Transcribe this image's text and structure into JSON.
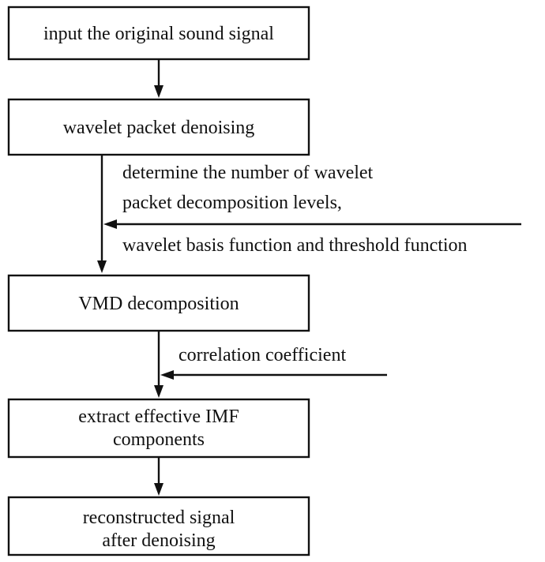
{
  "diagram": {
    "steps": [
      {
        "line1": "input the original sound signal",
        "line2": ""
      },
      {
        "line1": "wavelet packet denoising",
        "line2": ""
      },
      {
        "line1": "VMD decomposition",
        "line2": ""
      },
      {
        "line1": "extract effective IMF",
        "line2": "components"
      },
      {
        "line1": "reconstructed signal",
        "line2": "after denoising"
      }
    ],
    "side_inputs": {
      "wavelet": {
        "line1": "determine the number of wavelet",
        "line2": "packet decomposition levels,",
        "line3": "wavelet basis function and threshold function"
      },
      "correlation": {
        "line1": "correlation coefficient"
      }
    }
  }
}
